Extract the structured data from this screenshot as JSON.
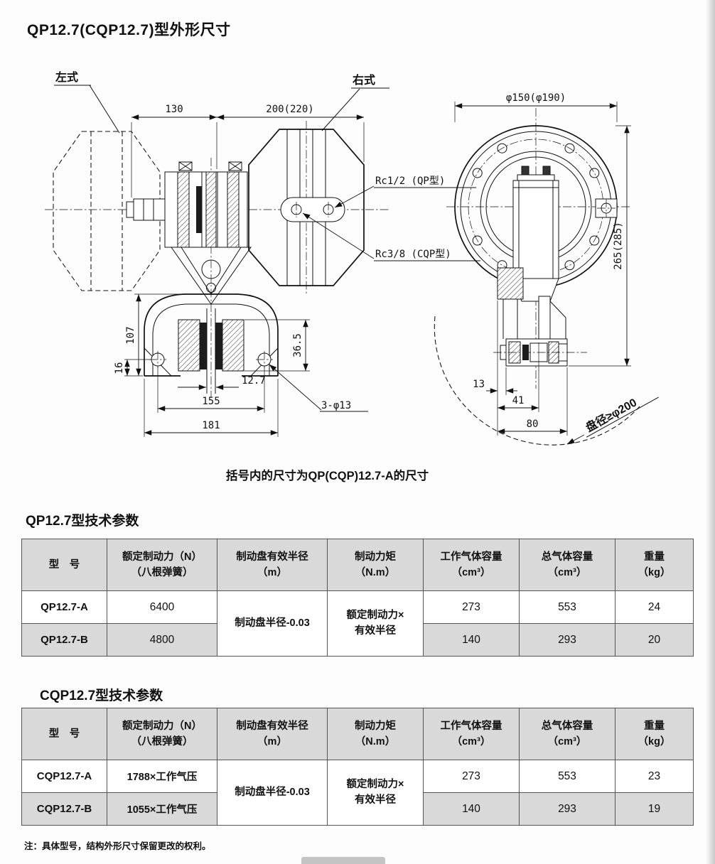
{
  "page": {
    "title": "QP12.7(CQP12.7)型外形尺寸",
    "caption": "括号内的尺寸为QP(CQP)12.7-A的尺寸",
    "footnote": "注：具体型号，结构外形尺寸保留更改的权利。"
  },
  "drawing": {
    "labels": {
      "left_type": "左式",
      "right_type": "右式",
      "port_qp": "Rc1/2 (QP型)",
      "port_cqp": "Rc3/8 (CQP型)",
      "holes": "3-φ13",
      "disc_note": "盘径≥φ200"
    },
    "dims": {
      "w130": "130",
      "w200": "200(220)",
      "dia": "φ150(φ190)",
      "h107": "107",
      "h16": "16",
      "h36": "36.5",
      "t12": "12.7",
      "w155": "155",
      "w181": "181",
      "h265": "265(285)",
      "w13": "13",
      "w41": "41",
      "w80": "80"
    }
  },
  "tables": [
    {
      "title": "QP12.7型技术参数",
      "headers": [
        {
          "l1": "型　号",
          "l2": ""
        },
        {
          "l1": "额定制动力（N）",
          "l2": "（八根弹簧）"
        },
        {
          "l1": "制动盘有效半径",
          "l2": "（m）"
        },
        {
          "l1": "制动力矩",
          "l2": "（N.m）"
        },
        {
          "l1": "工作气体容量",
          "l2": "（cm³）"
        },
        {
          "l1": "总气体容量",
          "l2": "（cm³）"
        },
        {
          "l1": "重量",
          "l2": "（kg）"
        }
      ],
      "radius_note": "制动盘半径-0.03",
      "torque_l1": "额定制动力×",
      "torque_l2": "有效半径",
      "rows": [
        {
          "model": "QP12.7-A",
          "force": "6400",
          "work": "273",
          "total": "553",
          "weight": "24"
        },
        {
          "model": "QP12.7-B",
          "force": "4800",
          "work": "140",
          "total": "293",
          "weight": "20"
        }
      ]
    },
    {
      "title": "CQP12.7型技术参数",
      "headers": [
        {
          "l1": "型　号",
          "l2": ""
        },
        {
          "l1": "额定制动力（N）",
          "l2": "（八根弹簧）"
        },
        {
          "l1": "制动盘有效半径",
          "l2": "（m）"
        },
        {
          "l1": "制动力矩",
          "l2": "（N.m）"
        },
        {
          "l1": "工作气体容量",
          "l2": "（cm³）"
        },
        {
          "l1": "总气体容量",
          "l2": "（cm³）"
        },
        {
          "l1": "重量",
          "l2": "（kg）"
        }
      ],
      "radius_note": "制动盘半径-0.03",
      "torque_l1": "额定制动力×",
      "torque_l2": "有效半径",
      "rows": [
        {
          "model": "CQP12.7-A",
          "force": "1788×工作气压",
          "work": "273",
          "total": "553",
          "weight": "23"
        },
        {
          "model": "CQP12.7-B",
          "force": "1055×工作气压",
          "work": "140",
          "total": "293",
          "weight": "19"
        }
      ]
    }
  ]
}
